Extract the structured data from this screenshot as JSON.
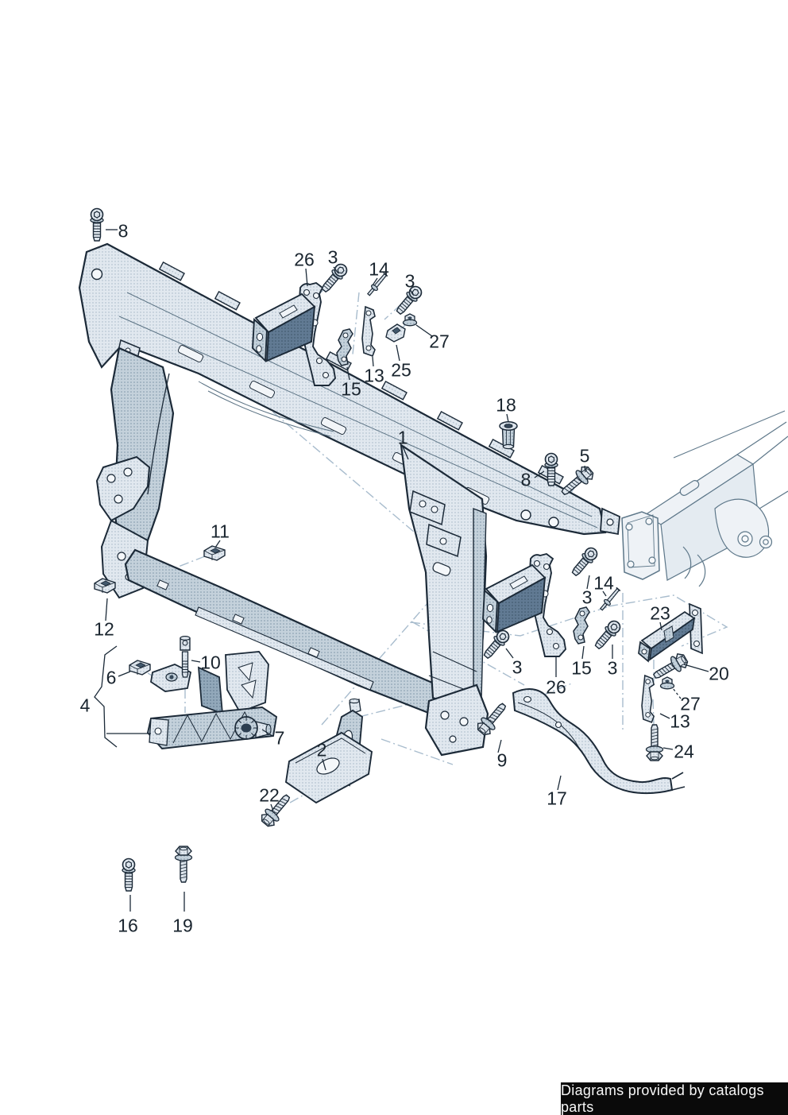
{
  "diagram": {
    "callouts": [
      {
        "ref": "8"
      },
      {
        "ref": "26"
      },
      {
        "ref": "3"
      },
      {
        "ref": "14"
      },
      {
        "ref": "3"
      },
      {
        "ref": "27"
      },
      {
        "ref": "13"
      },
      {
        "ref": "25"
      },
      {
        "ref": "15"
      },
      {
        "ref": "1"
      },
      {
        "ref": "18"
      },
      {
        "ref": "8"
      },
      {
        "ref": "5"
      },
      {
        "ref": "11"
      },
      {
        "ref": "12"
      },
      {
        "ref": "10"
      },
      {
        "ref": "6"
      },
      {
        "ref": "4"
      },
      {
        "ref": "7"
      },
      {
        "ref": "2"
      },
      {
        "ref": "22"
      },
      {
        "ref": "16"
      },
      {
        "ref": "19"
      },
      {
        "ref": "9"
      },
      {
        "ref": "17"
      },
      {
        "ref": "3"
      },
      {
        "ref": "26"
      },
      {
        "ref": "15"
      },
      {
        "ref": "3"
      },
      {
        "ref": "3"
      },
      {
        "ref": "14"
      },
      {
        "ref": "23"
      },
      {
        "ref": "20"
      },
      {
        "ref": "27"
      },
      {
        "ref": "13"
      },
      {
        "ref": "24"
      }
    ],
    "colors": {
      "ink": "#1c2a38",
      "part_light": "#dfe7ee",
      "part_mid": "#c2cfda",
      "part_dark": "#8fa5b8",
      "part_deep": "#5d7690",
      "ghost_stroke": "#5d7789",
      "centerline": "#a8bccd"
    }
  },
  "footer": {
    "text": "Diagrams provided by catalogs parts"
  }
}
